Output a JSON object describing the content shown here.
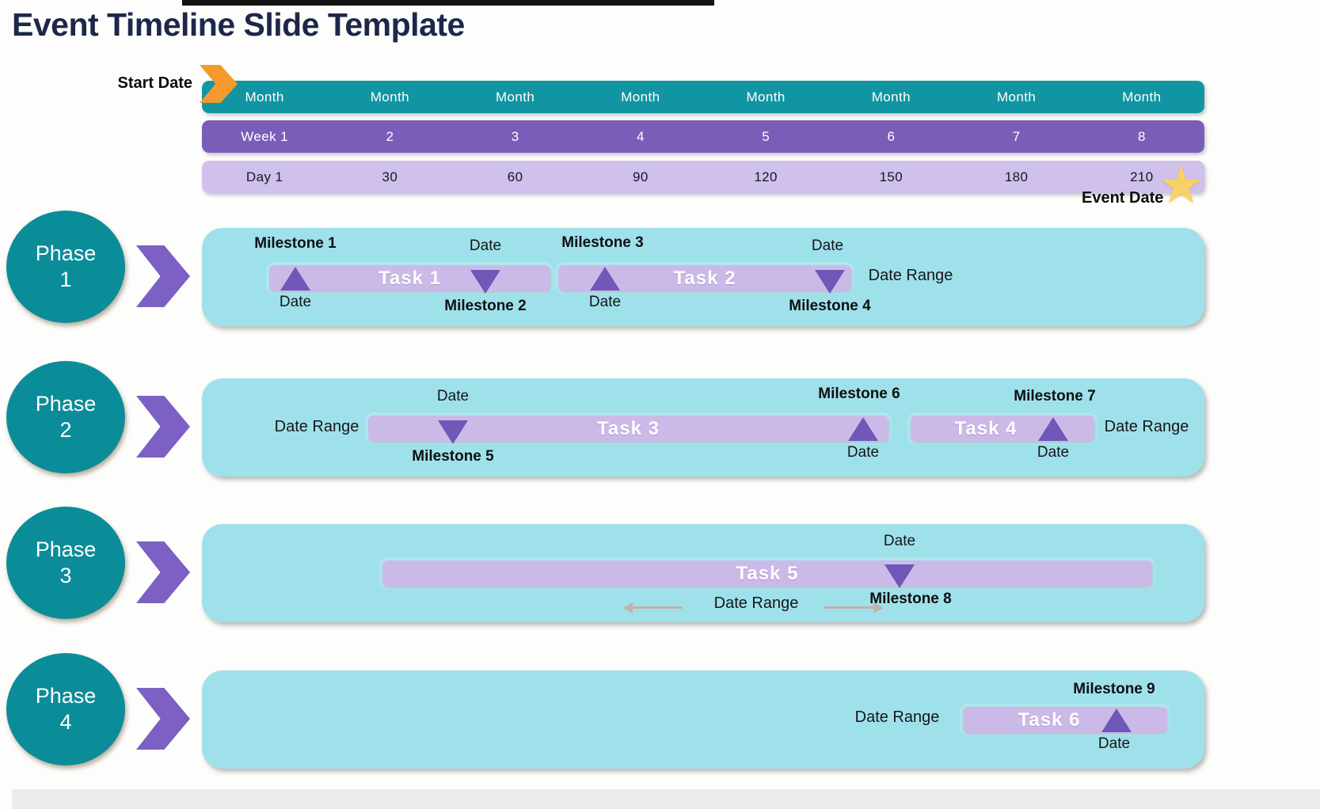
{
  "title": "Event Timeline Slide Template",
  "labels": {
    "start_date": "Start Date",
    "event_date": "Event Date",
    "date": "Date",
    "date_range": "Date Range"
  },
  "icons": {
    "star": "★"
  },
  "timeline": {
    "months": [
      "Month",
      "Month",
      "Month",
      "Month",
      "Month",
      "Month",
      "Month",
      "Month"
    ],
    "weeks": [
      "Week 1",
      "2",
      "3",
      "4",
      "5",
      "6",
      "7",
      "8"
    ],
    "days": [
      "Day 1",
      "30",
      "60",
      "90",
      "120",
      "150",
      "180",
      "210"
    ]
  },
  "phases": [
    {
      "name": "Phase",
      "number": "1"
    },
    {
      "name": "Phase",
      "number": "2"
    },
    {
      "name": "Phase",
      "number": "3"
    },
    {
      "name": "Phase",
      "number": "4"
    }
  ],
  "tasks": {
    "task1": "Task 1",
    "task2": "Task 2",
    "task3": "Task 3",
    "task4": "Task 4",
    "task5": "Task 5",
    "task6": "Task 6"
  },
  "milestones": {
    "m1": "Milestone 1",
    "m2": "Milestone 2",
    "m3": "Milestone 3",
    "m4": "Milestone 4",
    "m5": "Milestone 5",
    "m6": "Milestone 6",
    "m7": "Milestone 7",
    "m8": "Milestone 8",
    "m9": "Milestone 9"
  },
  "colors": {
    "title": "#1c2749",
    "teal_row": "#1295a2",
    "purple_row": "#7a5db9",
    "light_purple_row": "#cfc0ec",
    "panel": "#9fe1ea",
    "task_bar": "#cbbae8",
    "triangle": "#6f58b8",
    "phase_circle": "#0b8d99",
    "chevron": "#7c60c4",
    "start_arrow": "#f49a2d",
    "star": "#f7d165"
  }
}
